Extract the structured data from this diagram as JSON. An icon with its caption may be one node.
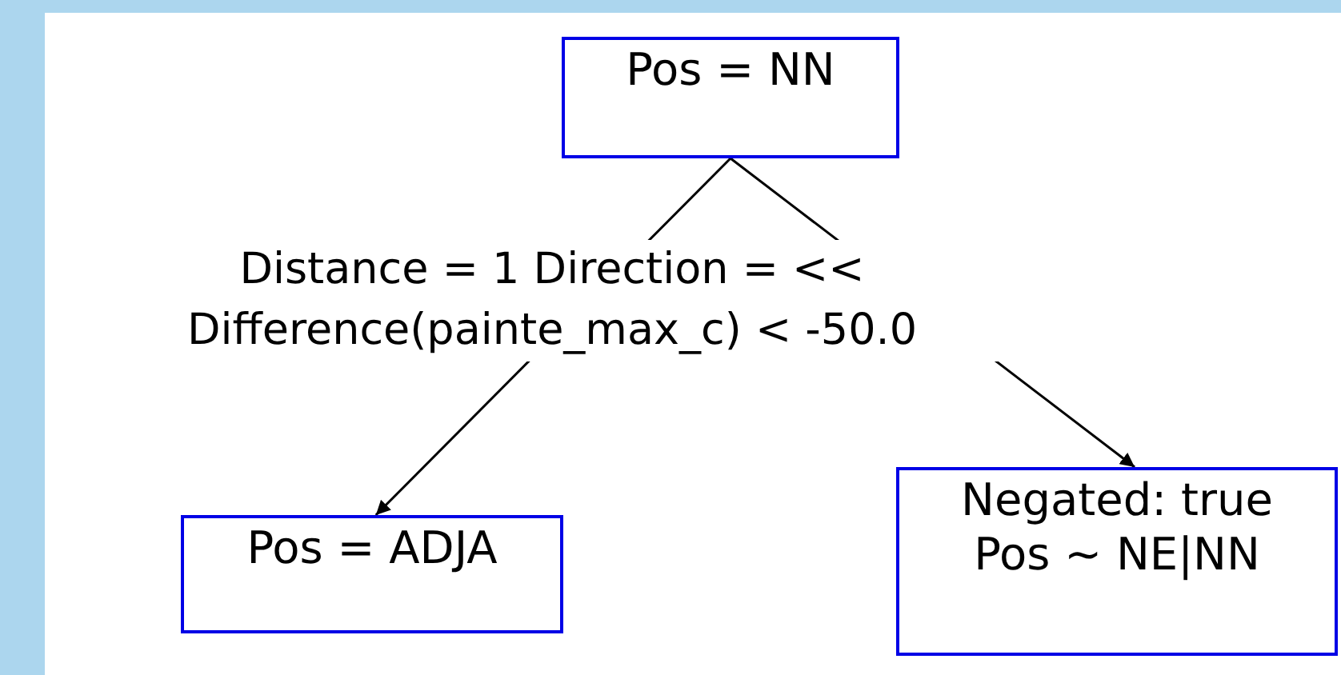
{
  "diagram": {
    "nodes": [
      {
        "text": [
          "Pos = NN"
        ]
      },
      {
        "text": [
          "Pos = ADJA"
        ]
      },
      {
        "text": [
          "Negated: true",
          "Pos ~ NE|NN"
        ]
      }
    ],
    "edges": [
      {
        "from": 0,
        "to": 1,
        "arrow": "to",
        "label": "Distance = 1 Direction = << Difference(painte_max_c) < -50.0"
      },
      {
        "from": 0,
        "to": 2,
        "arrow": "to"
      }
    ]
  }
}
